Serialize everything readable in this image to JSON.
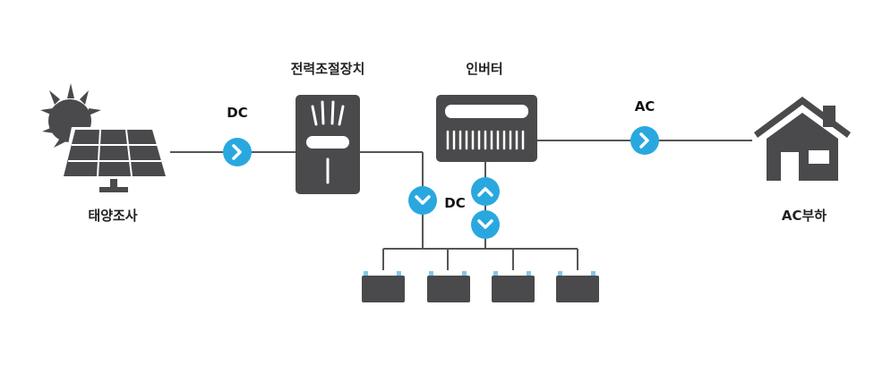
{
  "labels": {
    "solar": "태양조사",
    "controller": "전력조절장치",
    "inverter": "인버터",
    "ac_load": "AC부하"
  },
  "flows": {
    "dc_top": "DC",
    "dc_battery": "DC",
    "ac": "AC"
  },
  "colors": {
    "device": "#4a4a4c",
    "arrow": "#29a8e0",
    "line": "#555555",
    "terminal": "#7fc8ea"
  }
}
